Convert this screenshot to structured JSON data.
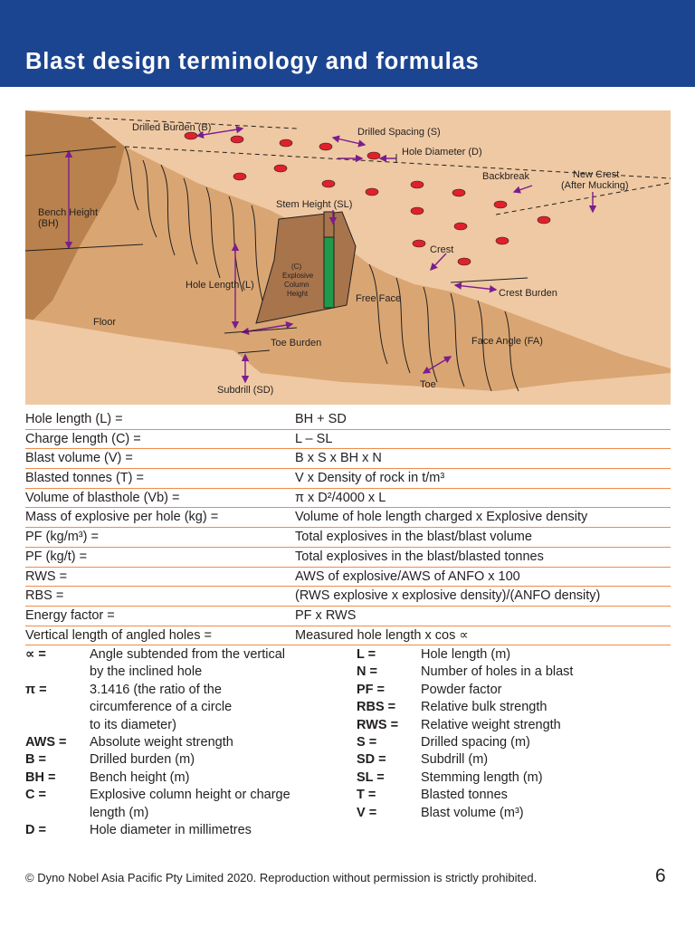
{
  "header": {
    "title": "Blast design terminology and formulas"
  },
  "diagram": {
    "labels": {
      "drilled_burden": "Drilled Burden (B)",
      "drilled_spacing": "Drilled Spacing (S)",
      "hole_diameter": "Hole Diameter (D)",
      "backbreak": "Backbreak",
      "new_crest_1": "New Crest",
      "new_crest_2": "(After Mucking)",
      "bench_height_1": "Bench Height",
      "bench_height_2": "(BH)",
      "stem_height": "Stem Height (SL)",
      "explosive_c": "(C)",
      "explosive_1": "Explosive",
      "explosive_2": "Column",
      "explosive_3": "Height",
      "crest": "Crest",
      "hole_length": "Hole Length (L)",
      "free_face": "Free Face",
      "crest_burden": "Crest Burden",
      "floor": "Floor",
      "face_angle": "Face Angle (FA)",
      "toe_burden": "Toe Burden",
      "subdrill": "Subdrill (SD)",
      "toe": "Toe"
    }
  },
  "formulas": [
    {
      "left": "Hole length (L) =",
      "right": "BH + SD"
    },
    {
      "left": "Charge length (C) =",
      "right": "L – SL"
    },
    {
      "left": "Blast volume (V) =",
      "right": "B x S x BH x N"
    },
    {
      "left": "Blasted tonnes (T) =",
      "right": "V x Density of rock in t/m³"
    },
    {
      "left": "Volume of blasthole (Vb) =",
      "right": "π x D²/4000 x L"
    },
    {
      "left": "Mass of explosive per hole (kg) =",
      "right": "Volume of hole length charged x Explosive density"
    },
    {
      "left": "PF (kg/m³) =",
      "right": "Total explosives in the blast/blast volume"
    },
    {
      "left": "PF (kg/t) =",
      "right": "Total explosives in the blast/blasted tonnes"
    },
    {
      "left": "RWS =",
      "right": "AWS of explosive/AWS of ANFO x 100"
    },
    {
      "left": "RBS =",
      "right": "(RWS explosive x explosive density)/(ANFO density)"
    },
    {
      "left": "Energy factor =",
      "right": "PF x RWS"
    },
    {
      "left": "Vertical length of angled holes =",
      "right": "Measured hole length x cos ∝"
    }
  ],
  "glossary_left": [
    {
      "key": "∝ =",
      "desc": "Angle subtended from the vertical\nby the inclined hole"
    },
    {
      "key": "π =",
      "desc": "3.1416 (the ratio of the\ncircumference of a circle\nto its diameter)"
    },
    {
      "key": "AWS =",
      "desc": "Absolute weight strength"
    },
    {
      "key": "B =",
      "desc": "Drilled burden (m)"
    },
    {
      "key": "BH =",
      "desc": "Bench height (m)"
    },
    {
      "key": "C =",
      "desc": "Explosive column height or charge\nlength (m)"
    },
    {
      "key": "D =",
      "desc": "Hole diameter in millimetres"
    }
  ],
  "glossary_right": [
    {
      "key": "L =",
      "desc": "Hole length (m)"
    },
    {
      "key": "N =",
      "desc": "Number of holes in a blast"
    },
    {
      "key": "PF =",
      "desc": "Powder factor"
    },
    {
      "key": "RBS =",
      "desc": "Relative bulk strength"
    },
    {
      "key": "RWS =",
      "desc": "Relative weight strength"
    },
    {
      "key": "S =",
      "desc": "Drilled spacing (m)"
    },
    {
      "key": "SD =",
      "desc": "Subdrill (m)"
    },
    {
      "key": "SL =",
      "desc": "Stemming length (m)"
    },
    {
      "key": "T =",
      "desc": "Blasted tonnes"
    },
    {
      "key": "V =",
      "desc": "Blast volume (m³)"
    }
  ],
  "footer": {
    "copyright": "© Dyno Nobel Asia Pacific Pty Limited 2020. Reproduction without permission is strictly prohibited.",
    "page_number": "6"
  },
  "colors": {
    "header_bg": "#1c4591",
    "rule": "#f08a4b",
    "rock_light": "#efc9a3",
    "rock_dark": "#b9814d",
    "hole_red": "#e0202b",
    "arrow_purple": "#7b1d8e",
    "explosive_green": "#1f9a4a"
  }
}
